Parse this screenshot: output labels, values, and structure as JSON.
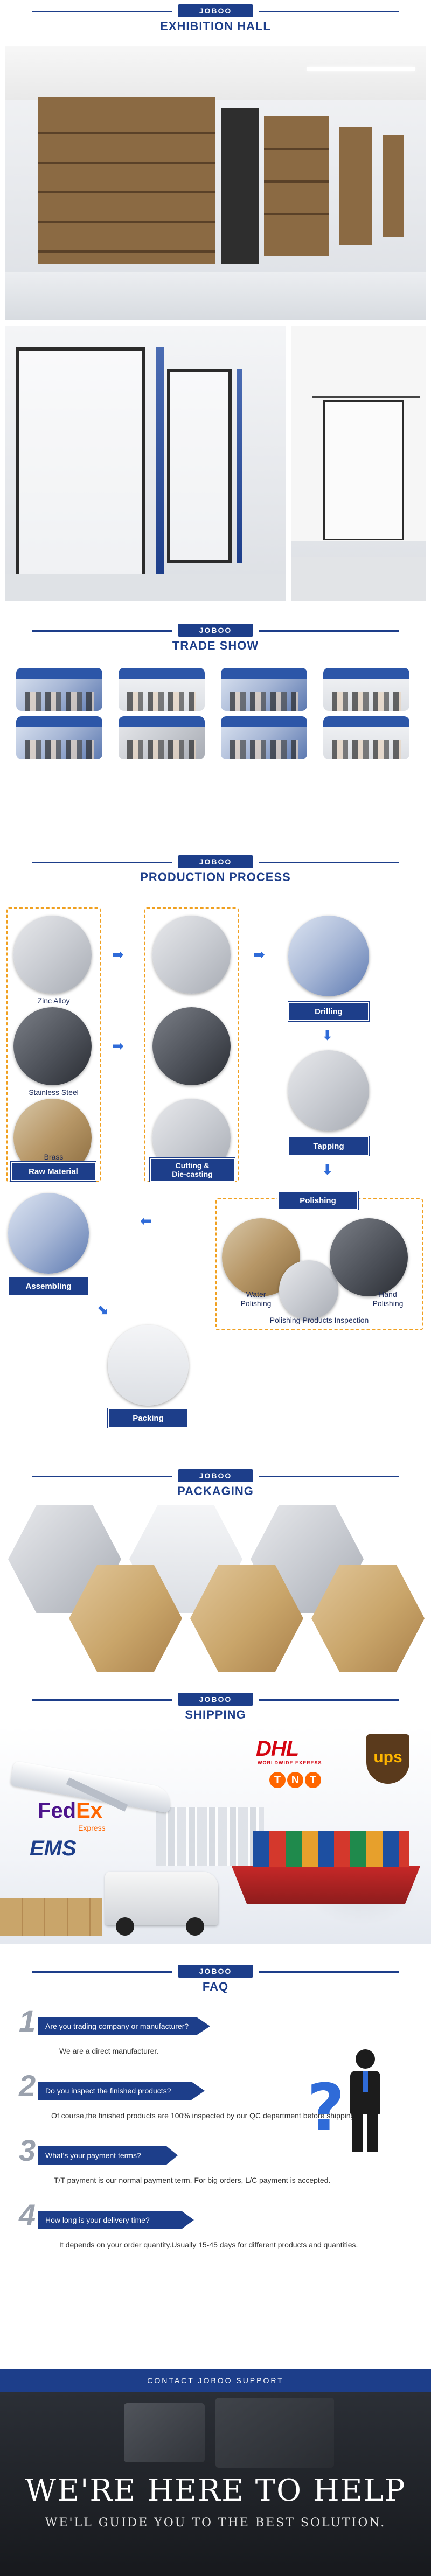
{
  "brand_logo": "JOBOO",
  "sections": {
    "exhibition": "EXHIBITION HALL",
    "trade": "TRADE SHOW",
    "production": "PRODUCTION PROCESS",
    "packaging": "PACKAGING",
    "shipping": "SHIPPING",
    "faq": "FAQ"
  },
  "production": {
    "materials": [
      "Zinc Alloy",
      "Stainless Steel",
      "Brass"
    ],
    "raw_material": "Raw Material",
    "cutting": "Cutting &\nDie-casting",
    "drilling": "Drilling",
    "tapping": "Tapping",
    "polishing": "Polishing",
    "water_polishing": "Water\nPolishing",
    "hand_polishing": "Hand\nPolishing",
    "polishing_inspection": "Polishing Products Inspection",
    "assembling": "Assembling",
    "packing": "Packing"
  },
  "shipping": {
    "dhl": "DHL",
    "dhl_sub": "WORLDWIDE EXPRESS",
    "tnt": [
      "T",
      "N",
      "T"
    ],
    "ups": "ups",
    "fedex_fed": "Fed",
    "fedex_ex": "Ex",
    "fedex_sub": "Express",
    "ems": "EMS"
  },
  "faq": [
    {
      "n": "1",
      "q": "Are you trading company or manufacturer?",
      "a": "We are a direct manufacturer."
    },
    {
      "n": "2",
      "q": "Do you inspect the finished products?",
      "a": "Of course,the finished products are 100% inspected by our QC department before shipping."
    },
    {
      "n": "3",
      "q": "What's your payment terms?",
      "a": "T/T payment is our normal payment term. For big orders, L/C payment is accepted."
    },
    {
      "n": "4",
      "q": "How long is your delivery time?",
      "a": "It depends on your order quantity.Usually 15-45 days for different products and quantities."
    }
  ],
  "contact": "CONTACT JOBOO SUPPORT",
  "footer": {
    "headline": "WE'RE HERE TO HELP",
    "sub": "WE'LL GUIDE YOU TO THE BEST SOLUTION."
  },
  "colors": {
    "brand_blue": "#1d3e8a",
    "accent_orange": "#f0a020",
    "arrow_blue": "#2f6bd8"
  }
}
